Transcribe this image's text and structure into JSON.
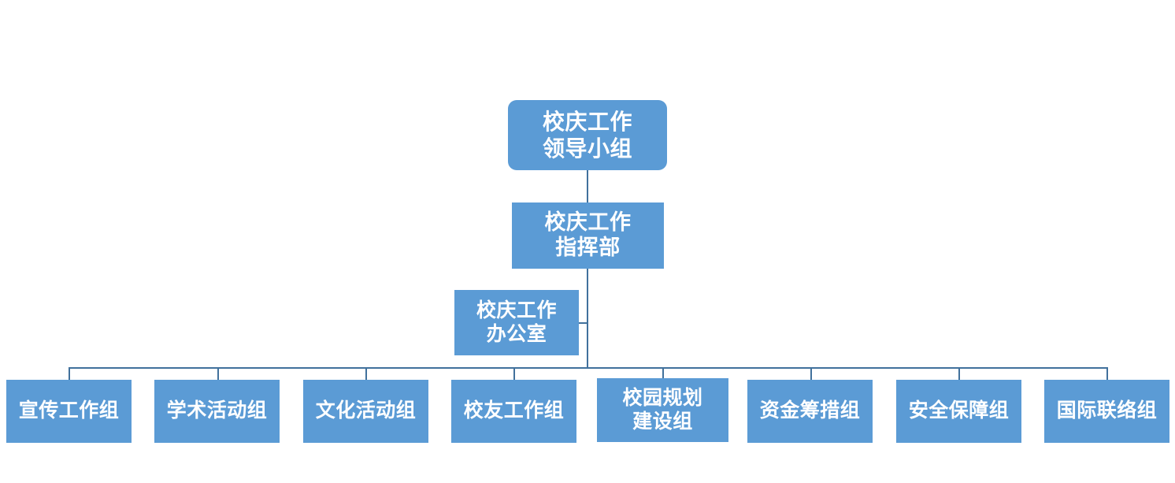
{
  "chart": {
    "type": "org-chart",
    "orientation": "top-down",
    "colors": {
      "node_fill": "#5b9bd5",
      "node_text": "#ffffff",
      "connector": "#41719c",
      "background": "#ffffff"
    },
    "levels": [
      {
        "level": 1,
        "nodes": [
          {
            "id": "leading-group",
            "label": "校庆工作\n领导小组",
            "shape": "rounded-rectangle"
          }
        ]
      },
      {
        "level": 2,
        "nodes": [
          {
            "id": "command-dept",
            "label": "校庆工作\n指挥部",
            "shape": "rectangle"
          }
        ]
      },
      {
        "level": 3,
        "nodes": [
          {
            "id": "office",
            "label": "校庆工作\n办公室",
            "shape": "rectangle"
          }
        ]
      },
      {
        "level": 4,
        "nodes": [
          {
            "id": "publicity-group",
            "label": "宣传工作组",
            "shape": "rectangle"
          },
          {
            "id": "academic-activity-group",
            "label": "学术活动组",
            "shape": "rectangle"
          },
          {
            "id": "cultural-activity-group",
            "label": "文化活动组",
            "shape": "rectangle"
          },
          {
            "id": "alumni-work-group",
            "label": "校友工作组",
            "shape": "rectangle"
          },
          {
            "id": "campus-planning-group",
            "label": "校园规划\n建设组",
            "shape": "rectangle"
          },
          {
            "id": "fundraising-group",
            "label": "资金筹措组",
            "shape": "rectangle"
          },
          {
            "id": "security-group",
            "label": "安全保障组",
            "shape": "rectangle"
          },
          {
            "id": "international-liaison-group",
            "label": "国际联络组",
            "shape": "rectangle"
          }
        ]
      }
    ]
  }
}
